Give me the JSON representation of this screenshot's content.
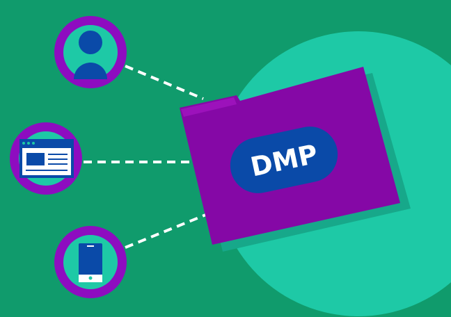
{
  "illustration": {
    "folder_label": "DMP",
    "sources": [
      {
        "name": "user",
        "icon": "user-icon"
      },
      {
        "name": "website",
        "icon": "browser-window-icon"
      },
      {
        "name": "mobile",
        "icon": "smartphone-icon"
      }
    ]
  },
  "colors": {
    "background": "#109b6c",
    "accent_circle": "#1ec9a6",
    "purple": "#8a0aa8",
    "blue": "#0a4aa8",
    "white": "#ffffff"
  }
}
